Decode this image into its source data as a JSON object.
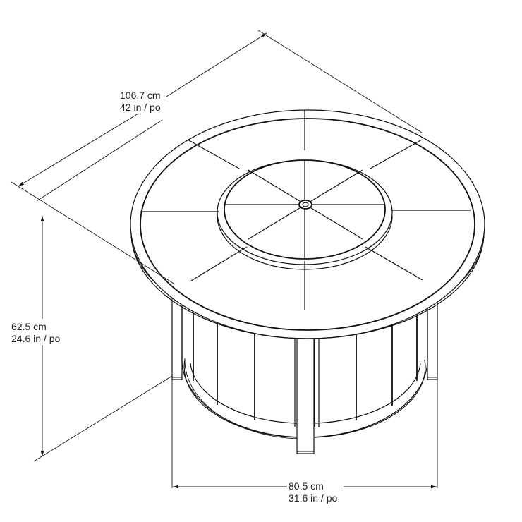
{
  "diagram": {
    "subject": "round fire pit table",
    "view": "isometric line drawing",
    "line_color": "#111111",
    "background": "#ffffff"
  },
  "dimensions": {
    "diameter": {
      "metric": "106.7 cm",
      "imperial": "42 in / po"
    },
    "height": {
      "metric": "62.5 cm",
      "imperial": "24.6 in / po"
    },
    "base_width": {
      "metric": "80.5 cm",
      "imperial": "31.6 in / po"
    }
  },
  "parts": {
    "tabletop_segments": 8,
    "burner_lid_segments": 8,
    "base_slats_visible": 9,
    "legs_visible": 3
  }
}
